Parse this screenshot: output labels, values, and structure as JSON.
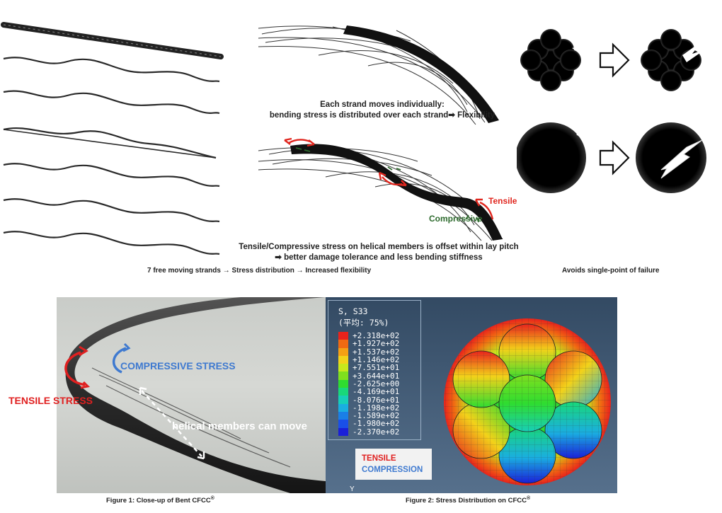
{
  "top": {
    "strands_caption": "7 free moving strands → Stress distribution → Increased flexibility",
    "strand_note_line1": "Each strand moves individually:",
    "strand_note_line2": "bending stress is distributed over each strand➡ Flexibility",
    "tensile_label": "Tensile",
    "compressive_label": "Compressive",
    "offset_note_line1": "Tensile/Compressive stress on helical members is offset within lay pitch",
    "offset_note_line2": "➡ better damage tolerance and less bending stiffness",
    "failure_caption": "Avoids single-point of failure"
  },
  "figure1": {
    "tensile_stress": "TENSILE STRESS",
    "compressive_stress": "COMPRESSIVE STRESS",
    "helical_note": "helical members can move",
    "caption": "Figure 1: Close-up of Bent CFCC",
    "registered": "®"
  },
  "figure2": {
    "legend_title": "S, S33",
    "legend_subtitle": "(平均: 75%)",
    "legend_values": [
      "+2.318e+02",
      "+1.927e+02",
      "+1.537e+02",
      "+1.146e+02",
      "+7.551e+01",
      "+3.644e+01",
      "-2.625e+00",
      "-4.169e+01",
      "-8.076e+01",
      "-1.198e+02",
      "-1.589e+02",
      "-1.980e+02",
      "-2.370e+02"
    ],
    "legend_colors": [
      "#e8231c",
      "#f06a12",
      "#f5a014",
      "#f2d21a",
      "#c8e81c",
      "#7fe01e",
      "#2fdc30",
      "#19d87a",
      "#17cfb8",
      "#1aaee0",
      "#1a7fe6",
      "#1a4fe8",
      "#1a1fd8"
    ],
    "tensile_label": "TENSILE",
    "compression_label": "COMPRESSION",
    "caption": "Figure 2: Stress Distribution on CFCC",
    "registered": "®",
    "tensile_color": "#e02020",
    "compression_color": "#3f7ad0"
  }
}
